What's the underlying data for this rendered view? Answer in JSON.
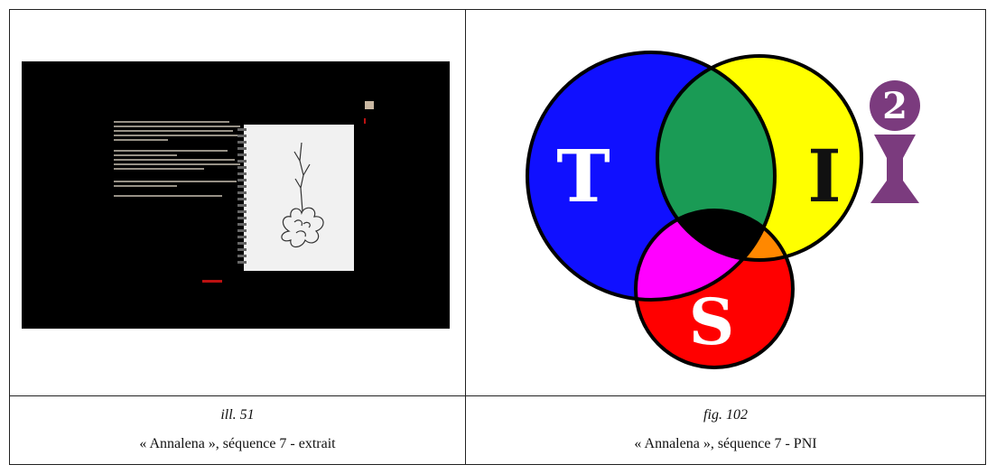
{
  "figures": [
    {
      "number": "ill. 51",
      "caption": "« Annalena », séquence 7 - extrait"
    },
    {
      "number": "fig. 102",
      "caption": "« Annalena », séquence 7 - PNI",
      "diagram": {
        "letters": [
          "T",
          "I",
          "S"
        ],
        "badge": "2",
        "colors": {
          "T": "#1010ff",
          "I": "#ffff00",
          "S": "#ff0000",
          "T_I": "#1a9b55",
          "T_S": "#ff00ff",
          "I_S": "#ff8800",
          "center": "#000000",
          "badge": "#7b3b7e"
        }
      }
    }
  ]
}
